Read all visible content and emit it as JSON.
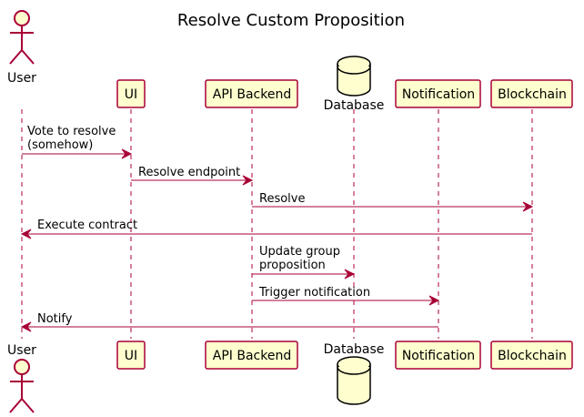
{
  "title": "Resolve Custom Proposition",
  "participants": {
    "user": "User",
    "ui": "UI",
    "api": "API Backend",
    "database": "Database",
    "notification": "Notification",
    "blockchain": "Blockchain"
  },
  "messages": {
    "vote": [
      "Vote to resolve",
      "(somehow)"
    ],
    "resolve_endpoint": "Resolve endpoint",
    "resolve": "Resolve",
    "execute": "Execute contract",
    "update": [
      "Update group",
      "proposition"
    ],
    "trigger": "Trigger notification",
    "notify": "Notify"
  },
  "colors": {
    "border": "#a80036",
    "participant_fill": "#fefece"
  }
}
